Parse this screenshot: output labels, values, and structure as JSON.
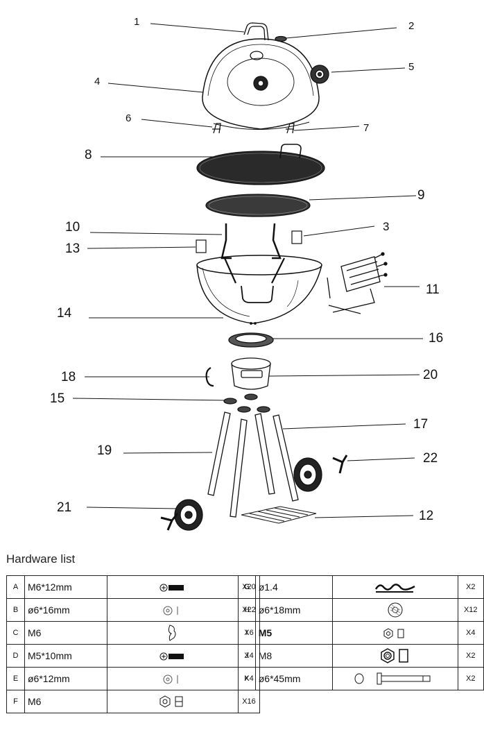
{
  "callouts": [
    {
      "id": "1",
      "label": "1"
    },
    {
      "id": "2",
      "label": "2"
    },
    {
      "id": "3",
      "label": "3"
    },
    {
      "id": "4",
      "label": "4"
    },
    {
      "id": "5",
      "label": "5"
    },
    {
      "id": "6",
      "label": "6"
    },
    {
      "id": "7",
      "label": "7"
    },
    {
      "id": "8",
      "label": "8"
    },
    {
      "id": "9",
      "label": "9"
    },
    {
      "id": "10",
      "label": "10"
    },
    {
      "id": "11",
      "label": "11"
    },
    {
      "id": "12",
      "label": "12"
    },
    {
      "id": "13",
      "label": "13"
    },
    {
      "id": "14",
      "label": "14"
    },
    {
      "id": "15",
      "label": "15"
    },
    {
      "id": "16",
      "label": "16"
    },
    {
      "id": "17",
      "label": "17"
    },
    {
      "id": "18",
      "label": "18"
    },
    {
      "id": "19",
      "label": "19"
    },
    {
      "id": "20",
      "label": "20"
    },
    {
      "id": "21",
      "label": "21"
    },
    {
      "id": "22",
      "label": "22"
    }
  ],
  "hardware": {
    "title": "Hardware list",
    "left": [
      {
        "code": "A",
        "spec": "M6*12mm",
        "icon": "screw-icon",
        "qty": "X20"
      },
      {
        "code": "B",
        "spec": "ø6*16mm",
        "icon": "washer-icon",
        "qty": "X22"
      },
      {
        "code": "C",
        "spec": "M6",
        "icon": "wing-nut-icon",
        "qty": "X6"
      },
      {
        "code": "D",
        "spec": "M5*10mm",
        "icon": "screw-icon",
        "qty": "X4"
      },
      {
        "code": "E",
        "spec": "ø6*12mm",
        "icon": "washer-icon",
        "qty": "X4"
      },
      {
        "code": "F",
        "spec": "M6",
        "icon": "nut-icon",
        "qty": "X16"
      }
    ],
    "right": [
      {
        "code": "G",
        "spec": "ø1.4",
        "icon": "cotter-pin-icon",
        "qty": "X2"
      },
      {
        "code": "H",
        "spec": "ø6*18mm",
        "icon": "spring-washer-icon",
        "qty": "X12"
      },
      {
        "code": "I",
        "spec": "M5",
        "icon": "nut-icon",
        "qty": "X4"
      },
      {
        "code": "J",
        "spec": "M8",
        "icon": "nut-icon",
        "qty": "X2"
      },
      {
        "code": "K",
        "spec": "ø6*45mm",
        "icon": "axle-pin-icon",
        "qty": "X2"
      }
    ]
  }
}
